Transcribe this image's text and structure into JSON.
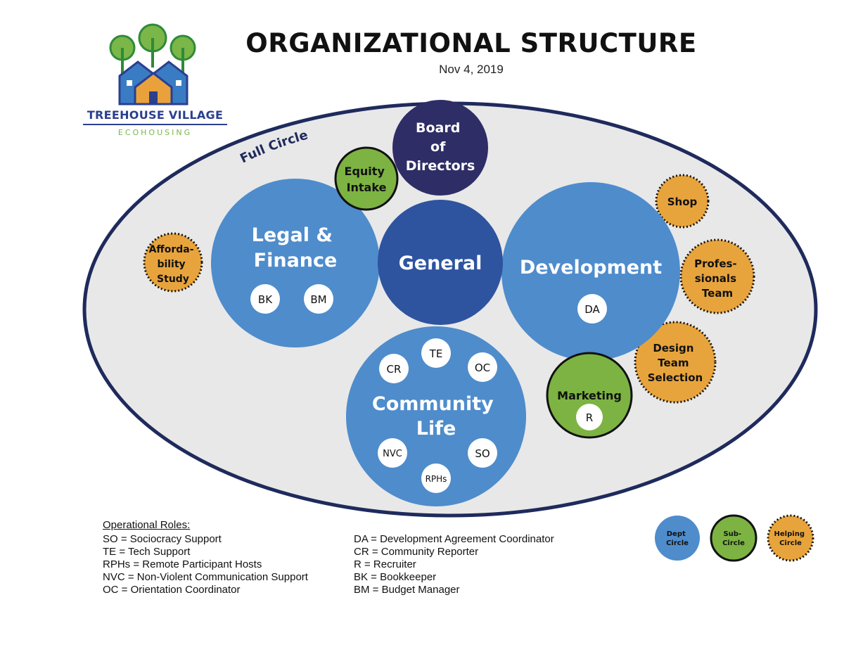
{
  "logo": {
    "name": "TREEHOUSE VILLAGE",
    "subtitle": "ECOHOUSING",
    "colors": {
      "navy": "#2b3f8f",
      "blue": "#3a7cc4",
      "green": "#7ab648",
      "orange": "#e9a23b",
      "tree_green": "#2f8a3a"
    }
  },
  "header": {
    "title": "ORGANIZATIONAL STRUCTURE",
    "date": "Nov 4, 2019"
  },
  "diagram": {
    "full_circle_label": "Full Circle",
    "colors": {
      "outer_fill": "#e8e8e8",
      "outer_stroke": "#1f2a5c",
      "dept": "#4e8ccc",
      "general": "#2e54a0",
      "board": "#2f2d66",
      "sub": "#7cb342",
      "helping": "#e8a43c",
      "role": "#ffffff"
    },
    "board": {
      "lines": [
        "Board",
        "of",
        "Directors"
      ]
    },
    "general": {
      "label": "General"
    },
    "departments": [
      {
        "id": "legal-finance",
        "lines": [
          "Legal &",
          "Finance"
        ],
        "roles": [
          "BK",
          "BM"
        ]
      },
      {
        "id": "development",
        "lines": [
          "Development"
        ],
        "roles": [
          "DA"
        ]
      },
      {
        "id": "community-life",
        "lines": [
          "Community",
          "Life"
        ],
        "roles": [
          "TE",
          "CR",
          "OC",
          "NVC",
          "SO",
          "RPHs"
        ]
      }
    ],
    "sub_circles": [
      {
        "id": "equity-intake",
        "lines": [
          "Equity",
          "Intake"
        ],
        "roles": []
      },
      {
        "id": "marketing",
        "lines": [
          "Marketing"
        ],
        "roles": [
          "R"
        ]
      }
    ],
    "helping_circles": [
      {
        "id": "affordability-study",
        "lines": [
          "Affordа-",
          "bility",
          "Study"
        ]
      },
      {
        "id": "shop",
        "lines": [
          "Shop"
        ]
      },
      {
        "id": "professionals-team",
        "lines": [
          "Profes-",
          "sionals",
          "Team"
        ]
      },
      {
        "id": "design-team-selection",
        "lines": [
          "Design",
          "Team",
          "Selection"
        ]
      }
    ]
  },
  "legend": {
    "items": [
      {
        "type": "dept",
        "lines": [
          "Dept",
          "Circle"
        ]
      },
      {
        "type": "sub",
        "lines": [
          "Sub-",
          "Circle"
        ]
      },
      {
        "type": "helping",
        "lines": [
          "Helping",
          "Circle"
        ]
      }
    ]
  },
  "roles": {
    "heading": "Operational Roles:",
    "left": [
      "SO = Sociocracy Support",
      "TE = Tech Support",
      "RPHs = Remote Participant Hosts",
      "NVC = Non-Violent Communication Support",
      "OC = Orientation Coordinator"
    ],
    "right": [
      "DA = Development Agreement Coordinator",
      "CR = Community Reporter",
      "R = Recruiter",
      "BK = Bookkeeper",
      "BM = Budget Manager"
    ]
  }
}
